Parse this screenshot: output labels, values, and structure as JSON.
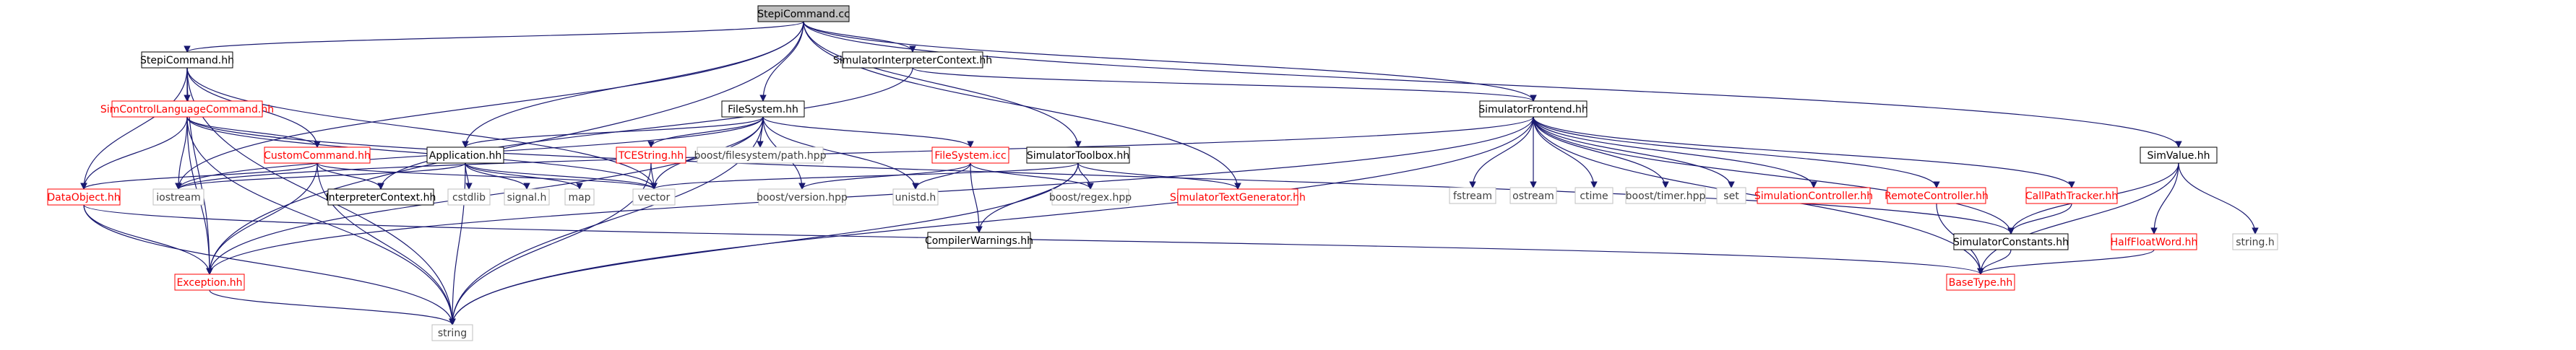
{
  "nodes": [
    {
      "id": "StepiCommand.cc",
      "label": "StepiCommand.cc",
      "style": "root"
    },
    {
      "id": "StepiCommand.hh",
      "label": "StepiCommand.hh",
      "style": "black"
    },
    {
      "id": "SimulatorInterpreterContext.hh",
      "label": "SimulatorInterpreterContext.hh",
      "style": "black"
    },
    {
      "id": "SimControlLanguageCommand.hh",
      "label": "SimControlLanguageCommand.hh",
      "style": "red"
    },
    {
      "id": "FileSystem.hh",
      "label": "FileSystem.hh",
      "style": "black"
    },
    {
      "id": "SimulatorFrontend.hh",
      "label": "SimulatorFrontend.hh",
      "style": "black"
    },
    {
      "id": "SimValue.hh",
      "label": "SimValue.hh",
      "style": "black"
    },
    {
      "id": "CustomCommand.hh",
      "label": "CustomCommand.hh",
      "style": "red"
    },
    {
      "id": "Application.hh",
      "label": "Application.hh",
      "style": "black"
    },
    {
      "id": "TCEString.hh",
      "label": "TCEString.hh",
      "style": "red"
    },
    {
      "id": "boost/filesystem/path.hpp",
      "label": "boost/filesystem/path.hpp",
      "style": "gray"
    },
    {
      "id": "FileSystem.icc",
      "label": "FileSystem.icc",
      "style": "red"
    },
    {
      "id": "SimulatorToolbox.hh",
      "label": "SimulatorToolbox.hh",
      "style": "black"
    },
    {
      "id": "fstream",
      "label": "fstream",
      "style": "gray"
    },
    {
      "id": "ostream",
      "label": "ostream",
      "style": "gray"
    },
    {
      "id": "ctime",
      "label": "ctime",
      "style": "gray"
    },
    {
      "id": "boost/timer.hpp",
      "label": "boost/timer.hpp",
      "style": "gray"
    },
    {
      "id": "set",
      "label": "set",
      "style": "gray"
    },
    {
      "id": "SimulationController.hh",
      "label": "SimulationController.hh",
      "style": "red"
    },
    {
      "id": "RemoteController.hh",
      "label": "RemoteController.hh",
      "style": "red"
    },
    {
      "id": "CallPathTracker.hh",
      "label": "CallPathTracker.hh",
      "style": "red"
    },
    {
      "id": "DataObject.hh",
      "label": "DataObject.hh",
      "style": "red"
    },
    {
      "id": "iostream",
      "label": "iostream",
      "style": "gray"
    },
    {
      "id": "InterpreterContext.hh",
      "label": "InterpreterContext.hh",
      "style": "black"
    },
    {
      "id": "cstdlib",
      "label": "cstdlib",
      "style": "gray"
    },
    {
      "id": "signal.h",
      "label": "signal.h",
      "style": "gray"
    },
    {
      "id": "map",
      "label": "map",
      "style": "gray"
    },
    {
      "id": "vector",
      "label": "vector",
      "style": "gray"
    },
    {
      "id": "boost/version.hpp",
      "label": "boost/version.hpp",
      "style": "gray"
    },
    {
      "id": "unistd.h",
      "label": "unistd.h",
      "style": "gray"
    },
    {
      "id": "CompilerWarnings.hh",
      "label": "CompilerWarnings.hh",
      "style": "black"
    },
    {
      "id": "boost/regex.hpp",
      "label": "boost/regex.hpp",
      "style": "gray"
    },
    {
      "id": "SimulatorTextGenerator.hh",
      "label": "SimulatorTextGenerator.hh",
      "style": "red"
    },
    {
      "id": "SimulatorConstants.hh",
      "label": "SimulatorConstants.hh",
      "style": "black"
    },
    {
      "id": "HalfFloatWord.hh",
      "label": "HalfFloatWord.hh",
      "style": "red"
    },
    {
      "id": "string.h",
      "label": "string.h",
      "style": "gray"
    },
    {
      "id": "Exception.hh",
      "label": "Exception.hh",
      "style": "red"
    },
    {
      "id": "BaseType.hh",
      "label": "BaseType.hh",
      "style": "red"
    },
    {
      "id": "string",
      "label": "string",
      "style": "gray"
    }
  ],
  "edges": [
    [
      "StepiCommand.cc",
      "StepiCommand.hh"
    ],
    [
      "StepiCommand.cc",
      "SimulatorInterpreterContext.hh"
    ],
    [
      "StepiCommand.cc",
      "FileSystem.hh"
    ],
    [
      "StepiCommand.cc",
      "SimulatorFrontend.hh"
    ],
    [
      "StepiCommand.cc",
      "SimValue.hh"
    ],
    [
      "StepiCommand.cc",
      "Application.hh"
    ],
    [
      "StepiCommand.cc",
      "SimulatorToolbox.hh"
    ],
    [
      "StepiCommand.cc",
      "SimulatorTextGenerator.hh"
    ],
    [
      "StepiCommand.cc",
      "iostream"
    ],
    [
      "StepiCommand.cc",
      "Exception.hh"
    ],
    [
      "StepiCommand.hh",
      "SimControlLanguageCommand.hh"
    ],
    [
      "StepiCommand.hh",
      "CustomCommand.hh"
    ],
    [
      "StepiCommand.hh",
      "DataObject.hh"
    ],
    [
      "StepiCommand.hh",
      "Exception.hh"
    ],
    [
      "StepiCommand.hh",
      "string"
    ],
    [
      "StepiCommand.hh",
      "vector"
    ],
    [
      "SimControlLanguageCommand.hh",
      "CustomCommand.hh"
    ],
    [
      "SimControlLanguageCommand.hh",
      "DataObject.hh"
    ],
    [
      "SimControlLanguageCommand.hh",
      "iostream"
    ],
    [
      "SimControlLanguageCommand.hh",
      "Exception.hh"
    ],
    [
      "SimControlLanguageCommand.hh",
      "string"
    ],
    [
      "SimControlLanguageCommand.hh",
      "vector"
    ],
    [
      "SimControlLanguageCommand.hh",
      "SimulatorConstants.hh"
    ],
    [
      "SimulatorInterpreterContext.hh",
      "SimulatorFrontend.hh"
    ],
    [
      "SimulatorInterpreterContext.hh",
      "InterpreterContext.hh"
    ],
    [
      "FileSystem.hh",
      "TCEString.hh"
    ],
    [
      "FileSystem.hh",
      "boost/filesystem/path.hpp"
    ],
    [
      "FileSystem.hh",
      "FileSystem.icc"
    ],
    [
      "FileSystem.hh",
      "Application.hh"
    ],
    [
      "FileSystem.hh",
      "Exception.hh"
    ],
    [
      "FileSystem.hh",
      "string"
    ],
    [
      "FileSystem.hh",
      "vector"
    ],
    [
      "FileSystem.hh",
      "boost/version.hpp"
    ],
    [
      "FileSystem.hh",
      "unistd.h"
    ],
    [
      "FileSystem.hh",
      "iostream"
    ],
    [
      "SimulatorFrontend.hh",
      "fstream"
    ],
    [
      "SimulatorFrontend.hh",
      "ostream"
    ],
    [
      "SimulatorFrontend.hh",
      "ctime"
    ],
    [
      "SimulatorFrontend.hh",
      "boost/timer.hpp"
    ],
    [
      "SimulatorFrontend.hh",
      "set"
    ],
    [
      "SimulatorFrontend.hh",
      "SimulationController.hh"
    ],
    [
      "SimulatorFrontend.hh",
      "RemoteController.hh"
    ],
    [
      "SimulatorFrontend.hh",
      "CallPathTracker.hh"
    ],
    [
      "SimulatorFrontend.hh",
      "SimulatorConstants.hh"
    ],
    [
      "SimulatorFrontend.hh",
      "BaseType.hh"
    ],
    [
      "SimulatorFrontend.hh",
      "Exception.hh"
    ],
    [
      "SimulatorFrontend.hh",
      "string"
    ],
    [
      "SimulatorFrontend.hh",
      "iostream"
    ],
    [
      "SimValue.hh",
      "SimulatorConstants.hh"
    ],
    [
      "SimValue.hh",
      "HalfFloatWord.hh"
    ],
    [
      "SimValue.hh",
      "BaseType.hh"
    ],
    [
      "SimValue.hh",
      "string.h"
    ],
    [
      "CustomCommand.hh",
      "InterpreterContext.hh"
    ],
    [
      "CustomCommand.hh",
      "DataObject.hh"
    ],
    [
      "CustomCommand.hh",
      "Exception.hh"
    ],
    [
      "CustomCommand.hh",
      "string"
    ],
    [
      "CustomCommand.hh",
      "vector"
    ],
    [
      "Application.hh",
      "iostream"
    ],
    [
      "Application.hh",
      "vector"
    ],
    [
      "Application.hh",
      "cstdlib"
    ],
    [
      "Application.hh",
      "signal.h"
    ],
    [
      "Application.hh",
      "map"
    ],
    [
      "Application.hh",
      "string"
    ],
    [
      "TCEString.hh",
      "string"
    ],
    [
      "TCEString.hh",
      "vector"
    ],
    [
      "FileSystem.icc",
      "boost/version.hpp"
    ],
    [
      "FileSystem.icc",
      "unistd.h"
    ],
    [
      "FileSystem.icc",
      "CompilerWarnings.hh"
    ],
    [
      "FileSystem.icc",
      "boost/regex.hpp"
    ],
    [
      "SimulatorToolbox.hh",
      "SimulatorTextGenerator.hh"
    ],
    [
      "SimulatorToolbox.hh",
      "CompilerWarnings.hh"
    ],
    [
      "SimulatorToolbox.hh",
      "boost/regex.hpp"
    ],
    [
      "SimulatorToolbox.hh",
      "string"
    ],
    [
      "SimulatorToolbox.hh",
      "vector"
    ],
    [
      "DataObject.hh",
      "Exception.hh"
    ],
    [
      "DataObject.hh",
      "string"
    ],
    [
      "DataObject.hh",
      "BaseType.hh"
    ],
    [
      "Exception.hh",
      "string"
    ],
    [
      "RemoteController.hh",
      "BaseType.hh"
    ],
    [
      "CallPathTracker.hh",
      "SimulatorConstants.hh"
    ],
    [
      "SimulatorConstants.hh",
      "BaseType.hh"
    ],
    [
      "HalfFloatWord.hh",
      "BaseType.hh"
    ]
  ]
}
